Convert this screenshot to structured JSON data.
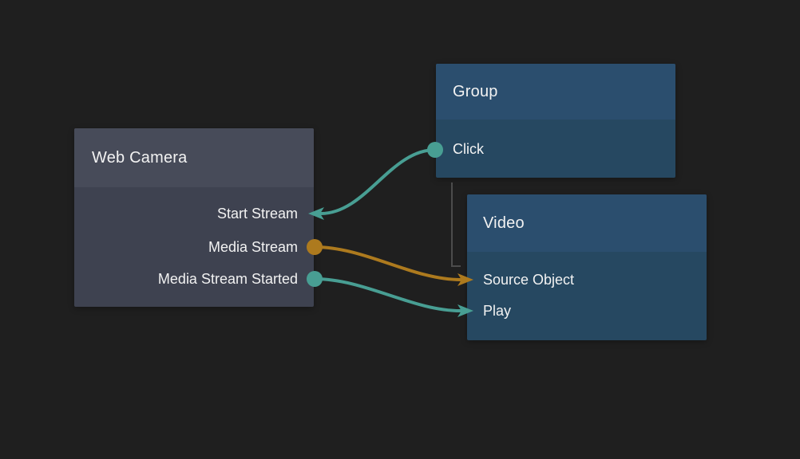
{
  "colors": {
    "background": "#1f1f1f",
    "camera_header": "#474b59",
    "camera_body": "#3e4250",
    "blue_header": "#2b4e6e",
    "blue_body": "#264861",
    "wire_teal": "#489e93",
    "wire_orange": "#ad7a1e",
    "link_gray": "#4c4c4c",
    "text": "#f2f2f2"
  },
  "nodes": {
    "web_camera": {
      "title": "Web Camera",
      "ports": [
        {
          "label": "Start Stream",
          "side": "right",
          "connector": "arrow-in",
          "color": "teal"
        },
        {
          "label": "Media Stream",
          "side": "right",
          "connector": "dot-out",
          "color": "orange"
        },
        {
          "label": "Media Stream Started",
          "side": "right",
          "connector": "dot-out",
          "color": "teal"
        }
      ]
    },
    "group": {
      "title": "Group",
      "ports": [
        {
          "label": "Click",
          "side": "left",
          "connector": "dot-out",
          "color": "teal"
        }
      ]
    },
    "video": {
      "title": "Video",
      "ports": [
        {
          "label": "Source Object",
          "side": "left",
          "connector": "arrow-in",
          "color": "orange"
        },
        {
          "label": "Play",
          "side": "left",
          "connector": "arrow-in",
          "color": "teal"
        }
      ]
    }
  },
  "connections": [
    {
      "from": "Group.Click",
      "to": "Web Camera.Start Stream",
      "color": "teal"
    },
    {
      "from": "Web Camera.Media Stream",
      "to": "Video.Source Object",
      "color": "orange"
    },
    {
      "from": "Web Camera.Media Stream Started",
      "to": "Video.Play",
      "color": "teal"
    },
    {
      "from": "Group",
      "to": "Video",
      "color": "gray",
      "style": "elbow-link"
    }
  ]
}
